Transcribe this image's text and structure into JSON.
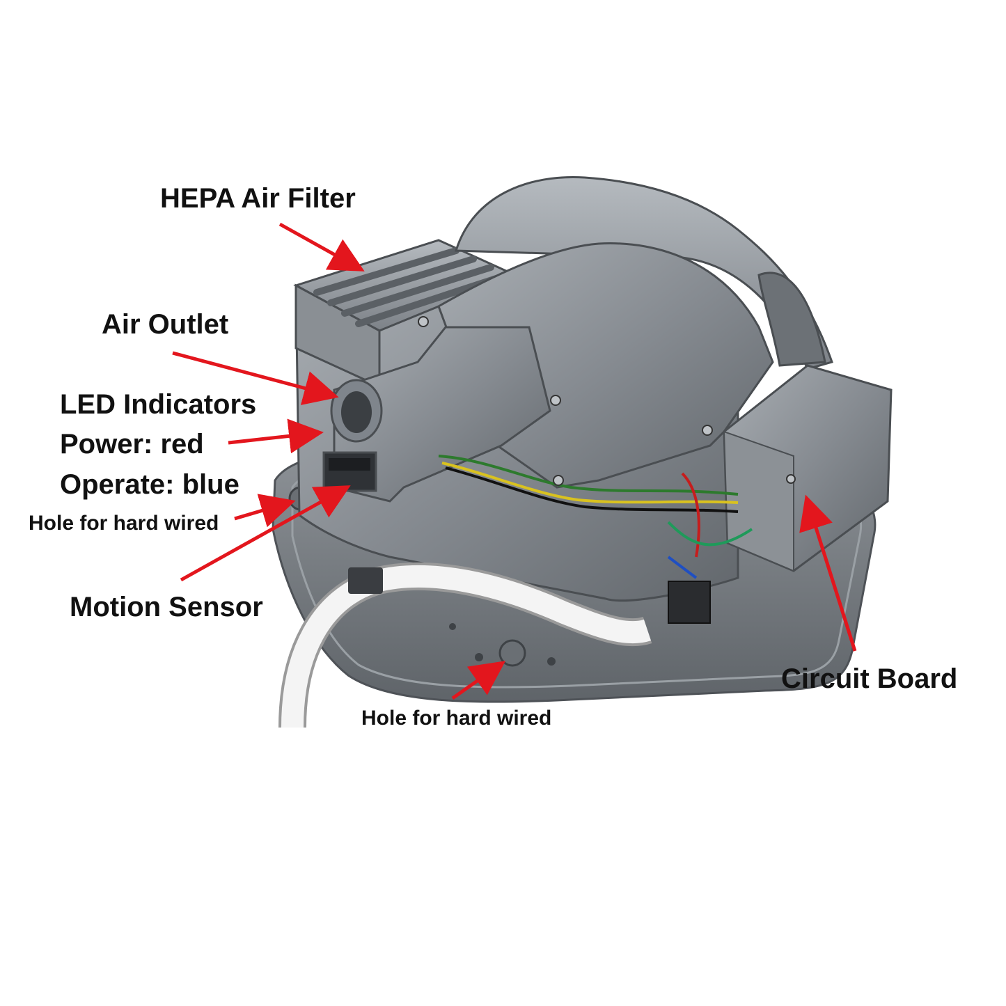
{
  "labels": {
    "hepa": "HEPA Air Filter",
    "outlet": "Air Outlet",
    "led": "LED Indicators",
    "power": "Power: red",
    "operate": "Operate: blue",
    "hole_left": "Hole for hard wired",
    "motion": "Motion Sensor",
    "circuit": "Circuit Board",
    "hole_bottom": "Hole for hard wired"
  },
  "colors": {
    "arrow": "#e3161d",
    "body": "#7f858c",
    "body_light": "#a3a8ad",
    "body_dark": "#5e6368",
    "cable": "#f1f1f1"
  }
}
